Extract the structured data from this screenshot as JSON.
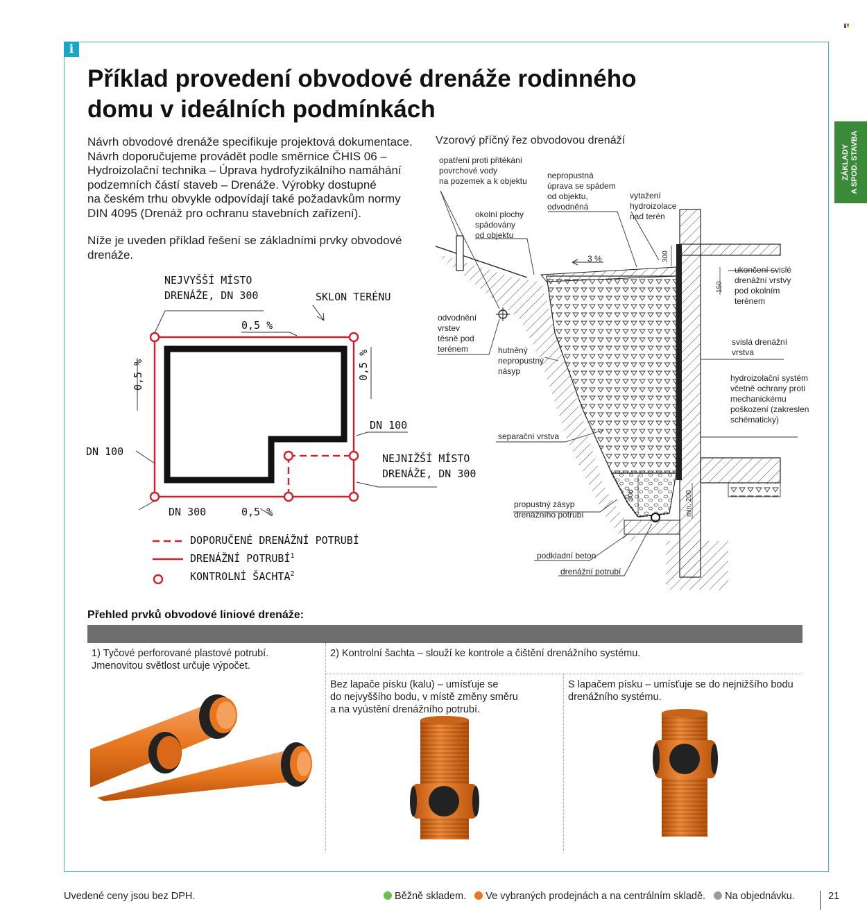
{
  "title_line1": "Příklad provedení obvodové drenáže rodinného",
  "title_line2": "domu v ideálních podmínkách",
  "side_tab": {
    "line1": "ZÁKLADY",
    "line2": "A SPOD. STAVBA"
  },
  "intro": [
    "Návrh obvodové drenáže specifikuje projektová dokumentace.",
    "Návrh doporučujeme provádět podle směrnice ČHIS 06 –",
    "Hydroizolační technika – Úprava hydrofyzikálního namáhání",
    "podzemních částí staveb – Drenáže. Výrobky dostupné",
    "na českém trhu obvykle odpovídají také požadavkům normy",
    "DIN 4095 (Drenáž pro ochranu stavebních zařízení)."
  ],
  "intro2": [
    "Níže je uveden příklad řešení se základními prvky obvodové",
    "drenáže."
  ],
  "plan": {
    "highest_1": "NEJVYŠŠÍ MÍSTO",
    "highest_2": "DRENÁŽE, DN 300",
    "slope": "SKLON TERÉNU",
    "grade_top": "0,5 %",
    "grade_left": "0,5 %",
    "grade_right": "0,5 %",
    "grade_bottom": "0,5 %",
    "dn100_right": "DN 100",
    "dn100_left": "DN 100",
    "lowest_1": "NEJNIŽŠÍ MÍSTO",
    "lowest_2": "DRENÁŽE, DN 300",
    "dn300": "DN 300",
    "legend": [
      {
        "label": "DOPORUČENÉ DRENÁŽNÍ POTRUBÍ",
        "sup": ""
      },
      {
        "label": "DRENÁŽNÍ POTRUBÍ",
        "sup": "1"
      },
      {
        "label": "KONTROLNÍ ŠACHTA",
        "sup": "2"
      }
    ]
  },
  "section": {
    "title": "Vzorový příčný řez obvodovou drenáží",
    "labels": {
      "a1": "opatření proti přitékání",
      "a2": "povrchové vody",
      "a3": "na pozemek a k objektu",
      "b1": "nepropustná",
      "b2": "úprava se spádem",
      "b3": "od objektu,",
      "b4": "odvodněná",
      "c1": "vytažení",
      "c2": "hydroizolace",
      "c3": "nad terén",
      "d1": "okolní plochy",
      "d2": "spádovány",
      "d3": "od objektu",
      "slope": "3 %",
      "dim300a": "300",
      "dim150": "150",
      "dim300b": "300",
      "dim200": "min. 200",
      "e1": "ukončení svislé",
      "e2": "drenážní vrstvy",
      "e3": "pod okolním",
      "e4": "terénem",
      "f1": "odvodnění",
      "f2": "vrstev",
      "f3": "těsně pod",
      "f4": "terénem",
      "g1": "hutněný",
      "g2": "nepropustný",
      "g3": "násyp",
      "h1": "svislá drenážní",
      "h2": "vrstva",
      "i1": "hydroizolační systém",
      "i2": "včetně ochrany proti",
      "i3": "mechanickému",
      "i4": "poškození (zakreslen",
      "i5": "schématicky)",
      "j1": "separační vrstva",
      "k1": "propustný zásyp",
      "k2": "drenážního potrubí",
      "l1": "podkladní beton",
      "m1": "drenážní potrubí"
    }
  },
  "overview": {
    "title": "Přehled prvků obvodové liniové drenáže:",
    "col1": [
      "1) Tyčové perforované plastové potrubí.",
      "Jmenovitou světlost určuje výpočet."
    ],
    "col2": "2) Kontrolní šachta – slouží ke kontrole a čištění drenážního systému.",
    "sub1": [
      "Bez lapače písku (kalu) – umísťuje se",
      "do nejvyššího bodu, v místě změny směru",
      "a na vyústění drenážního potrubí."
    ],
    "sub2": [
      "S lapačem písku – umísťuje se do nejnižšího bodu",
      "drenážního systému."
    ]
  },
  "footer": {
    "vat": "Uvedené ceny jsou bez DPH.",
    "stock": "Běžně skladem.",
    "selected": "Ve vybraných prodejnách a na centrálním skladě.",
    "order": "Na objednávku.",
    "page": "21"
  },
  "colors": {
    "accent": "#19a7c4",
    "red": "#d0202a",
    "orange": "#e0701e",
    "green": "#3a8a3a",
    "instock": "#6cc04a",
    "onorder": "#9a9a9a"
  }
}
